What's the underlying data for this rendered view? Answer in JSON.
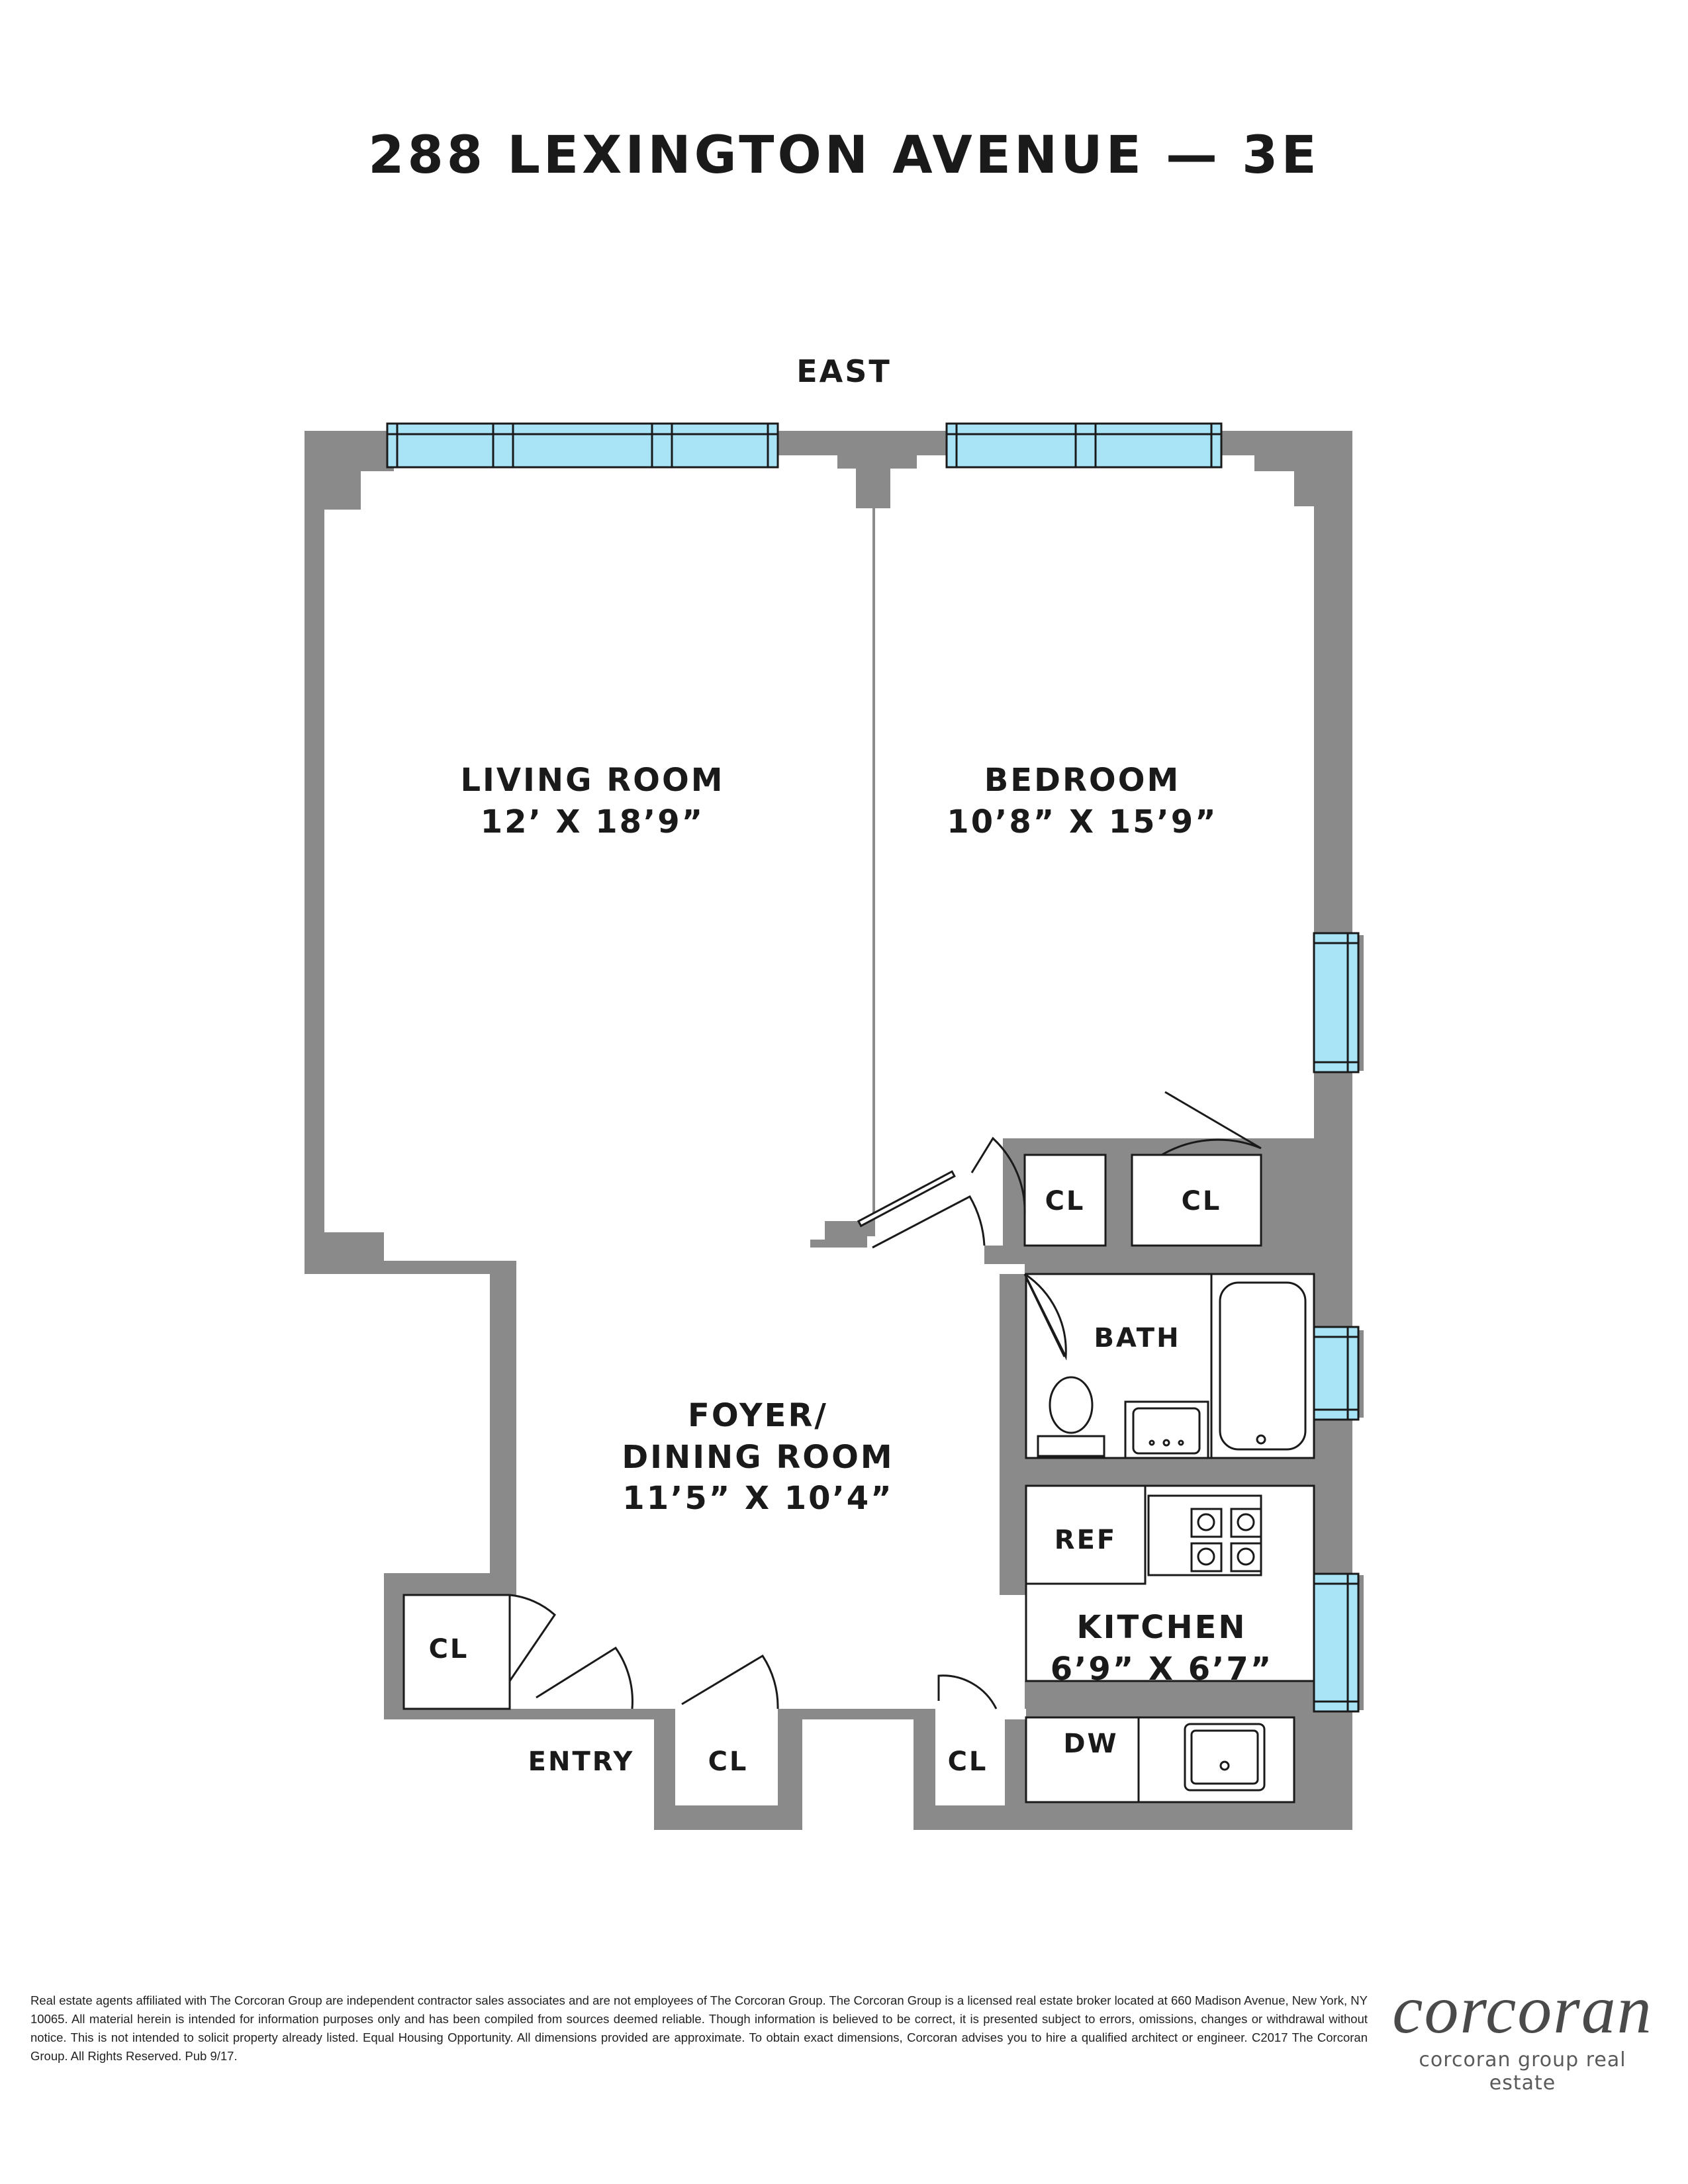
{
  "title": "288 LEXINGTON AVENUE — 3E",
  "orientation": "EAST",
  "rooms": {
    "living_room": {
      "name": "LIVING ROOM",
      "dims": "12’ X 18’9”"
    },
    "bedroom": {
      "name": "BEDROOM",
      "dims": "10’8” X 15’9”"
    },
    "foyer": {
      "name_line1": "FOYER/",
      "name_line2": "DINING ROOM",
      "dims": "11’5” X 10’4”"
    },
    "kitchen": {
      "name": "KITCHEN",
      "dims": "6’9” X 6’7”"
    },
    "bath": {
      "name": "BATH"
    }
  },
  "fixtures": {
    "closet": "CL",
    "refrigerator": "REF",
    "dishwasher": "DW",
    "entry": "ENTRY"
  },
  "colors": {
    "wall": "#8a8a8a",
    "window": "#a8e4f5",
    "ink": "#1a1a1a"
  },
  "footer": {
    "disclaimer": "Real estate agents affiliated with The Corcoran Group are independent contractor sales associates and are not employees of The Corcoran Group.  The Corcoran Group is a licensed real estate broker located at 660 Madison Avenue, New York, NY 10065.  All material herein is intended for information purposes only and has been compiled from sources deemed reliable.  Though information is believed to be correct, it is presented subject to errors, omissions, changes or withdrawal without notice.  This is not intended to solicit property already listed.  Equal Housing Opportunity.  All dimensions provided are approximate.  To obtain exact dimensions, Corcoran advises you to hire a qualified architect or engineer. C2017 The Corcoran Group.  All Rights Reserved.  Pub 9/17.",
    "logo": "corcoran",
    "logo_tagline": "corcoran group real estate"
  }
}
